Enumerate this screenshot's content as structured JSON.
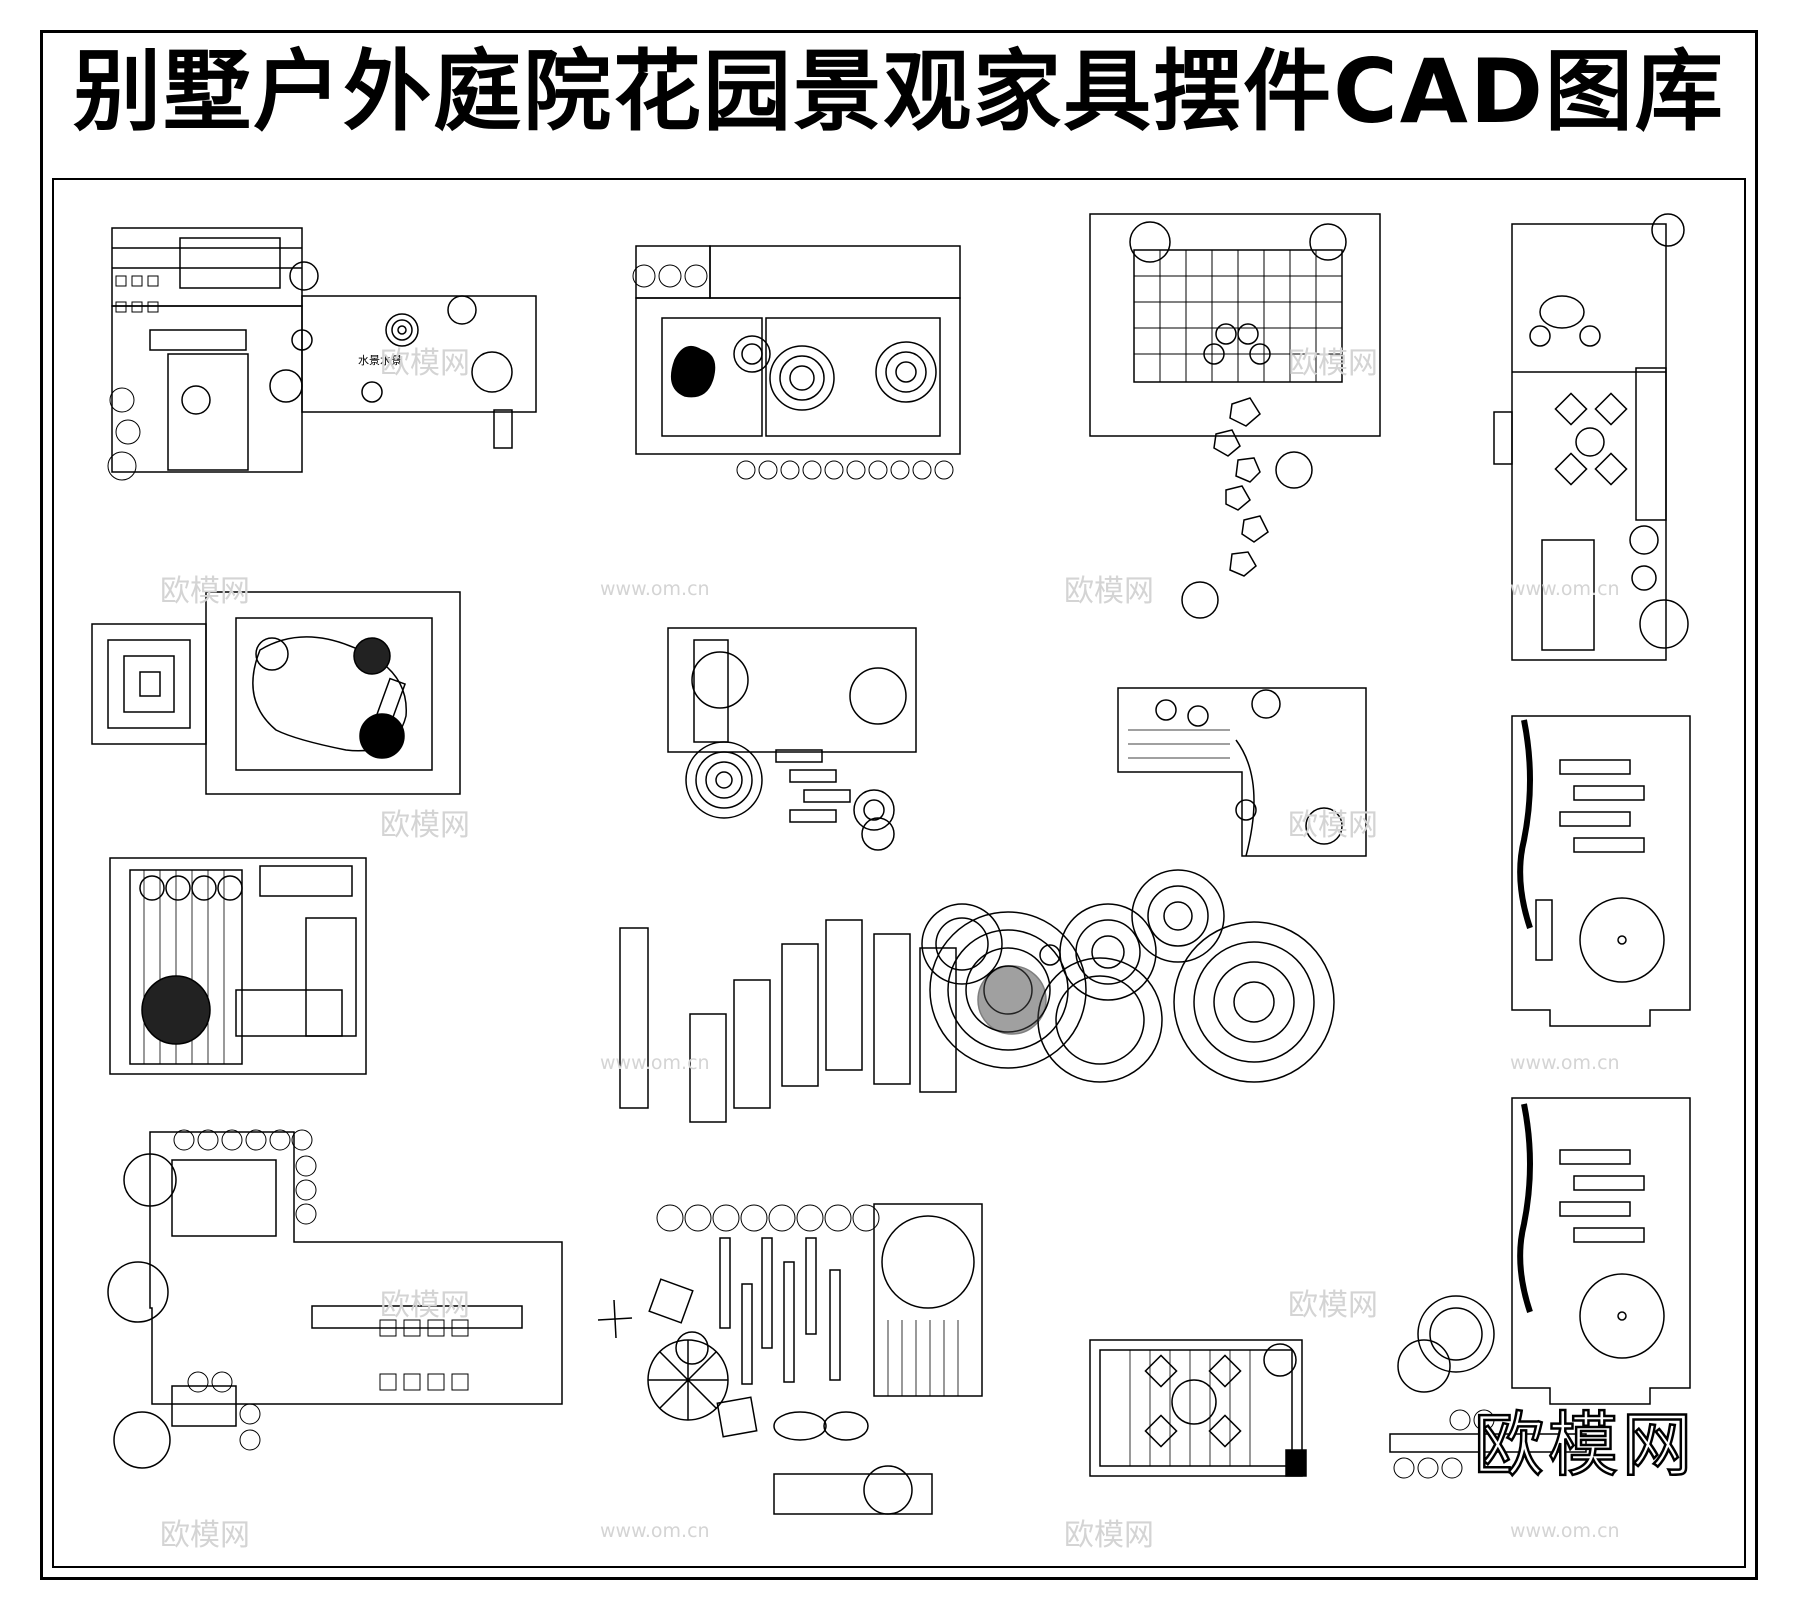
{
  "title": "别墅户外庭院花园景观家具摆件CAD图库",
  "plan_note": "水景水景",
  "watermark": {
    "text": "欧模网",
    "url": "www.om.cn"
  },
  "brand_logo": "欧模网",
  "colors": {
    "ink": "#000000",
    "watermark": "#d4d4d4",
    "background": "#ffffff"
  }
}
